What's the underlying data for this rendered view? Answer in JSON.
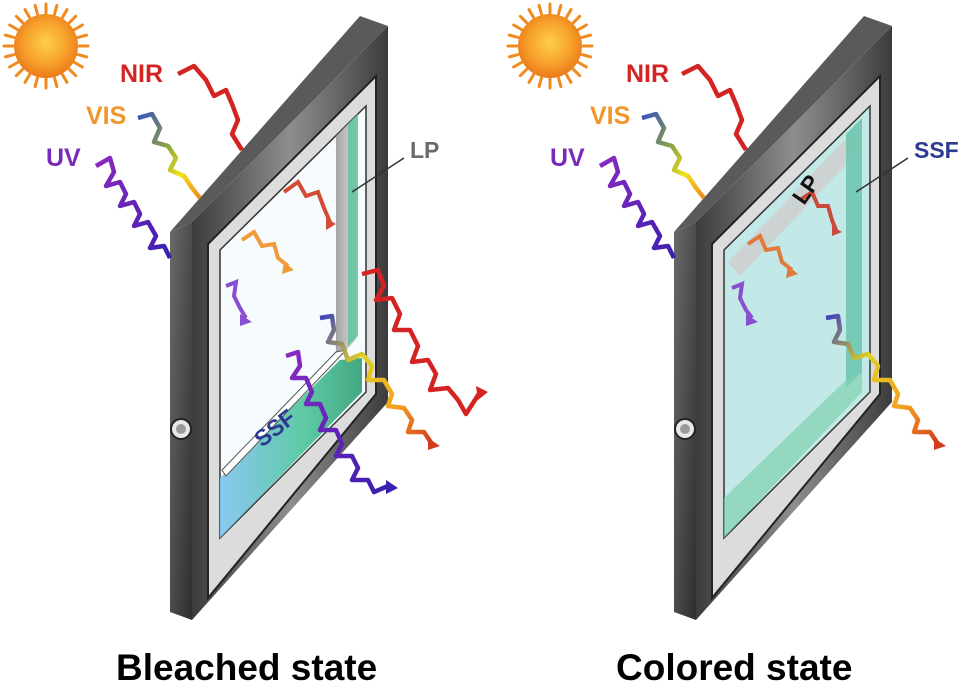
{
  "labels": {
    "nir": "NIR",
    "vis": "VIS",
    "uv": "UV",
    "lp": "LP",
    "ssf": "SSF"
  },
  "captions": {
    "bleached": "Bleached state",
    "colored": "Colored state"
  },
  "colors": {
    "nir": "#d42323",
    "vis": "#f0962a",
    "uv": "#7a2ab8",
    "ssf": "#2c3a8f",
    "lp": "#6b6b6b",
    "frame_dark": "#4a4a4a",
    "frame_light": "#d0d0d0",
    "glass_bleached": "#f4fbfd",
    "glass_colored": "#bfe7e6",
    "film_green": "#3ab58a",
    "film_blue": "#6fb7e8",
    "sun": "#f59b2a"
  },
  "icons": {
    "sun": "sun-icon",
    "handle": "window-handle-icon"
  }
}
